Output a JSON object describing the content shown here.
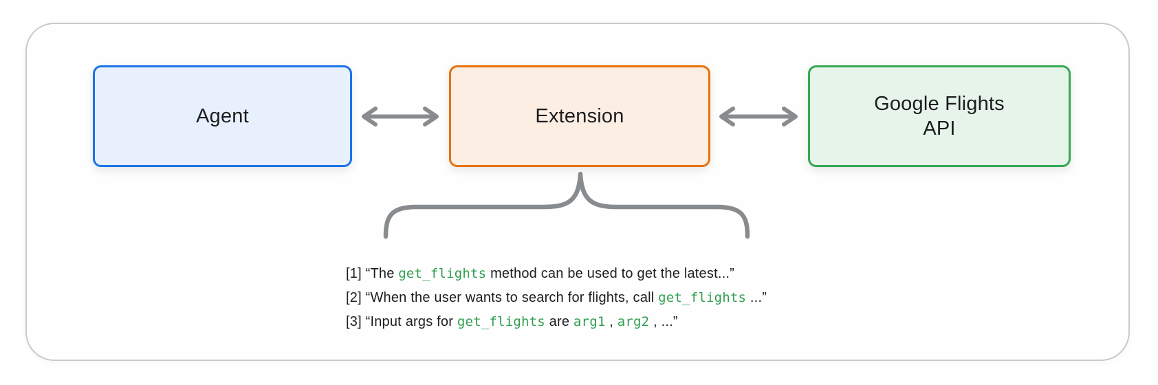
{
  "diagram": {
    "boxes": [
      {
        "label": "Agent",
        "border_color": "#1a73e8",
        "fill_color": "#e8f0fe"
      },
      {
        "label": "Extension",
        "border_color": "#e8710a",
        "fill_color": "#fdeee3"
      },
      {
        "label": "Google Flights\nAPI",
        "border_color": "#34a853",
        "fill_color": "#e6f4ea"
      }
    ],
    "arrows": [
      {
        "between": [
          "Agent",
          "Extension"
        ],
        "type": "bidirectional"
      },
      {
        "between": [
          "Extension",
          "Google Flights API"
        ],
        "type": "bidirectional"
      }
    ],
    "brace": {
      "attached_to": "Extension",
      "direction": "down"
    }
  },
  "annotation": {
    "lines": [
      {
        "segments": [
          {
            "text": "[1] “The ",
            "code": false
          },
          {
            "text": "get_flights",
            "code": true
          },
          {
            "text": " method can be used to get the latest...”",
            "code": false
          }
        ]
      },
      {
        "segments": [
          {
            "text": "[2] “When the user wants to search for flights, call ",
            "code": false
          },
          {
            "text": "get_flights",
            "code": true
          },
          {
            "text": " ...”",
            "code": false
          }
        ]
      },
      {
        "segments": [
          {
            "text": "[3] “Input args for ",
            "code": false
          },
          {
            "text": "get_flights",
            "code": true
          },
          {
            "text": " are ",
            "code": false
          },
          {
            "text": "arg1",
            "code": true
          },
          {
            "text": " , ",
            "code": false
          },
          {
            "text": "arg2",
            "code": true
          },
          {
            "text": " , ...”",
            "code": false
          }
        ]
      }
    ]
  },
  "palette": {
    "agent_border": "#1a73e8",
    "agent_fill": "#e8f0fe",
    "extension_border": "#e8710a",
    "extension_fill": "#fdeee3",
    "api_border": "#34a853",
    "api_fill": "#e6f4ea",
    "connector_gray": "#898c8f",
    "code_green": "#2f9e50",
    "frame_border": "#c9cacb",
    "text_black": "#1c1d1f"
  }
}
